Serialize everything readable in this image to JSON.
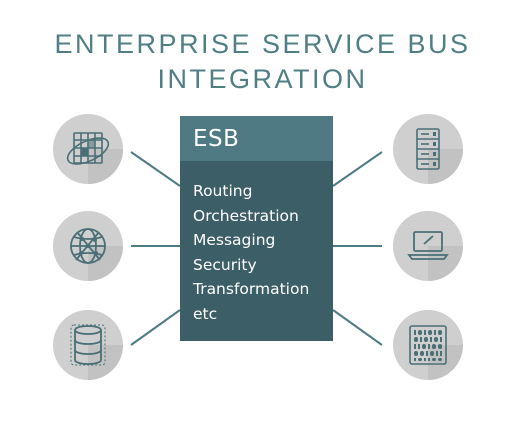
{
  "diagram": {
    "title_line1": "ENTERPRISE SERVICE BUS",
    "title_line2": "INTEGRATION",
    "esb": {
      "title": "ESB",
      "functions": [
        "Routing",
        "Orchestration",
        "Messaging",
        "Security",
        "Transformation",
        "etc"
      ]
    },
    "left_nodes": [
      {
        "icon": "network-grid-icon"
      },
      {
        "icon": "globe-network-icon"
      },
      {
        "icon": "database-icon"
      }
    ],
    "right_nodes": [
      {
        "icon": "server-rack-icon"
      },
      {
        "icon": "laptop-icon"
      },
      {
        "icon": "binary-data-icon"
      }
    ],
    "colors": {
      "title": "#4f7e85",
      "esb_body": "#3c5e66",
      "esb_header": "#4f7a83",
      "connector": "#4e7c84",
      "circle": "#cfcfcf",
      "icon_stroke": "#4a6f76"
    }
  }
}
